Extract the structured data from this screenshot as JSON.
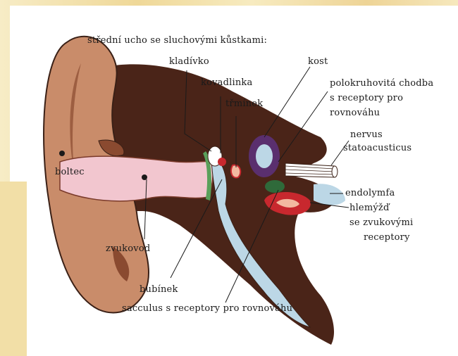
{
  "diagram": {
    "title": "střední ucho se sluchovými kůstkami:",
    "labels": {
      "kladivko": "kladívko",
      "kovadlinka": "kovadlinka",
      "trminek": "třmínek",
      "kost": "kost",
      "polokruhovita_1": "polokruhovitá chodba",
      "polokruhovita_2": "s receptory pro",
      "polokruhovita_3": "rovnováhu",
      "nervus_1": "nervus",
      "nervus_2": "statoacusticus",
      "boltec": "boltec",
      "endolymfa": "endolymfa",
      "hlemyzd_1": "hlemýžď",
      "hlemyzd_2": "se zvukovými",
      "hlemyzd_3": "receptory",
      "zvukovod": "zvukovod",
      "bubinek": "bubínek",
      "sacculus": "sacculus s receptory pro rovnováhu"
    }
  },
  "colors": {
    "bone": "#4a2418",
    "skin": "#c98c6a",
    "canal": "#f2c6cf",
    "blue": "#bcd7e6",
    "purple": "#5a2f6e",
    "green": "#5aa05a",
    "red": "#c8282e"
  }
}
